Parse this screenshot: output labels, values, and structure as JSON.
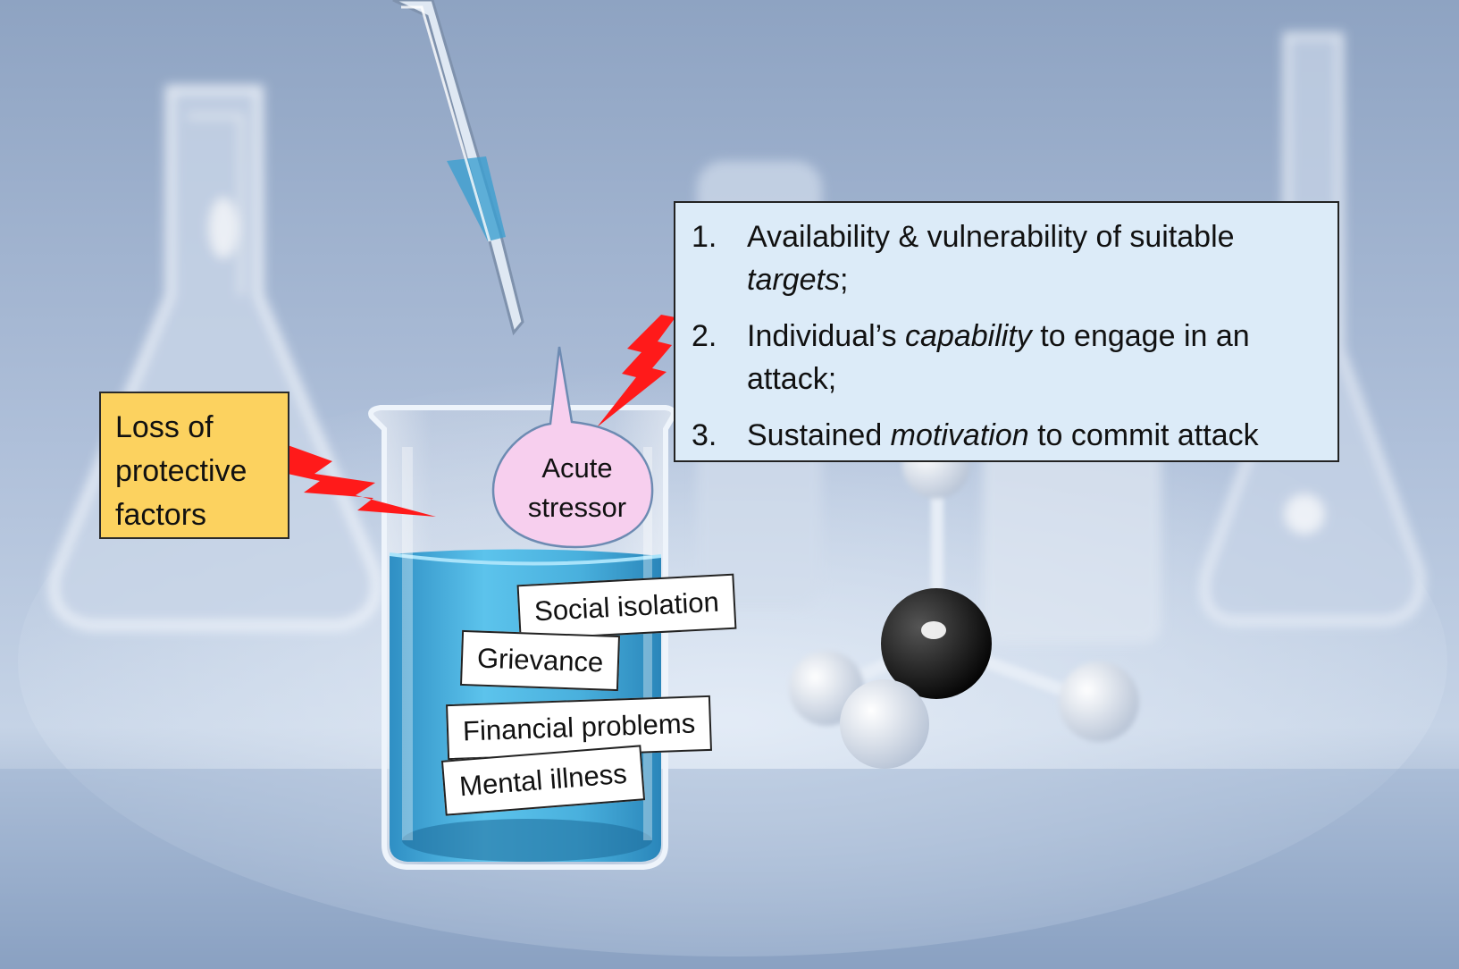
{
  "colors": {
    "background": "#9fb5d6",
    "liquid": "#4db3e0",
    "lightning": "#ff1a1a",
    "loss_box": "#fcd25f",
    "list_box": "#dcebf8",
    "stressor_bubble": "#f7cfee"
  },
  "icons": [
    "erlenmeyer-flask",
    "pipette",
    "beaker",
    "molecule-model",
    "lightning-bolt"
  ],
  "loss_box": {
    "lines": [
      "Loss of",
      "protective",
      "factors"
    ]
  },
  "stressor": {
    "lines": [
      "Acute",
      "stressor"
    ]
  },
  "factors": {
    "social": "Social isolation",
    "grievance": "Grievance",
    "financial": "Financial problems",
    "mental": "Mental illness"
  },
  "list": [
    {
      "num": "1.",
      "before": "Availability & vulnerability of suitable ",
      "em": "targets",
      "after": ";"
    },
    {
      "num": "2.",
      "before": "Individual’s ",
      "em": "capability",
      "after": " to engage in an attack;"
    },
    {
      "num": "3.",
      "before": "Sustained ",
      "em": "motivation",
      "after": " to commit attack"
    }
  ]
}
